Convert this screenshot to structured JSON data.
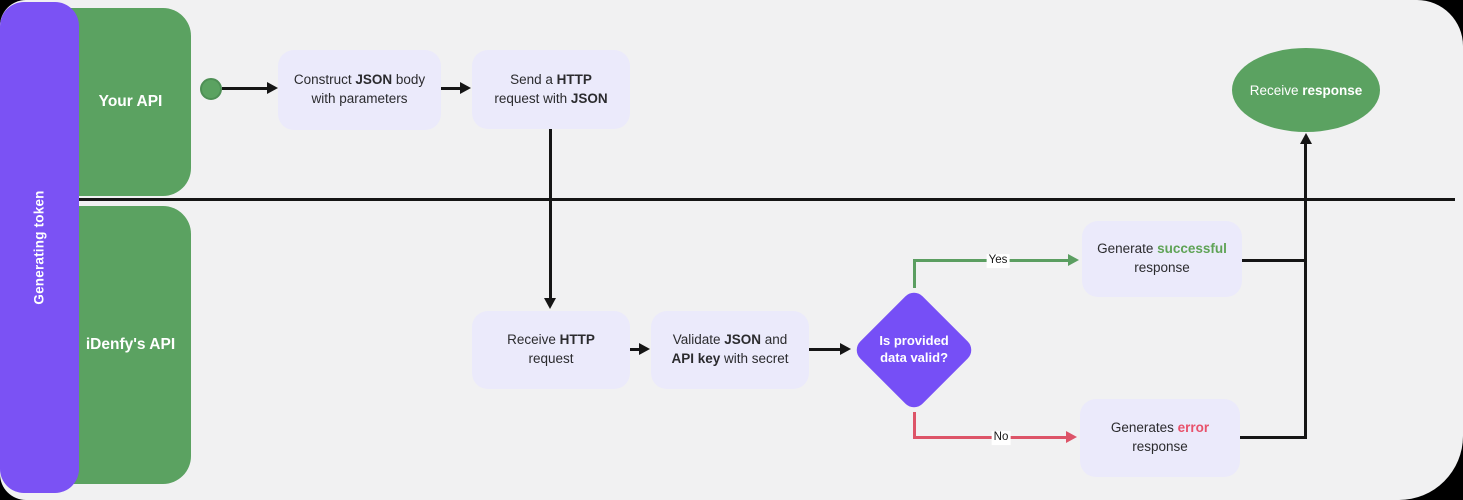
{
  "swimlane": {
    "title": "Generating token",
    "lanes": [
      {
        "label": "Your API"
      },
      {
        "label": "iDenfy's API"
      }
    ]
  },
  "nodes": {
    "construct": {
      "rich": [
        {
          "t": "Construct "
        },
        {
          "t": "JSON",
          "b": true
        },
        {
          "t": " body with parameters"
        }
      ]
    },
    "send": {
      "rich": [
        {
          "t": "Send a "
        },
        {
          "t": "HTTP",
          "b": true
        },
        {
          "t": " request with "
        },
        {
          "t": "JSON",
          "b": true
        }
      ]
    },
    "receive_http": {
      "rich": [
        {
          "t": "Receive "
        },
        {
          "t": "HTTP",
          "b": true
        },
        {
          "t": " request"
        }
      ]
    },
    "validate": {
      "rich": [
        {
          "t": "Validate "
        },
        {
          "t": "JSON",
          "b": true
        },
        {
          "t": " and "
        },
        {
          "t": "API key",
          "b": true
        },
        {
          "t": " with secret"
        }
      ]
    },
    "decision": {
      "label": "Is provided data valid?"
    },
    "success": {
      "rich": [
        {
          "t": "Generate "
        },
        {
          "t": "successful",
          "b": true,
          "c": "#5FA356"
        },
        {
          "t": " response"
        }
      ]
    },
    "error": {
      "rich": [
        {
          "t": "Generates "
        },
        {
          "t": "error",
          "b": true,
          "c": "#E8516B"
        },
        {
          "t": " response"
        }
      ]
    },
    "receive_response": {
      "rich": [
        {
          "t": "Receive "
        },
        {
          "t": "response",
          "b": true
        }
      ]
    }
  },
  "edges": {
    "yes_label": "Yes",
    "no_label": "No"
  },
  "colors": {
    "canvas": "#F1F1F2",
    "bar_purple": "#7B52F4",
    "lane_green": "#5BA261",
    "node_bg": "#EBEAFB",
    "diamond_purple": "#764FF6",
    "edge_black": "#151515",
    "yes_green": "#5B9E61",
    "no_red": "#DD5468",
    "success_text": "#5FA356",
    "error_text": "#E8516B"
  }
}
